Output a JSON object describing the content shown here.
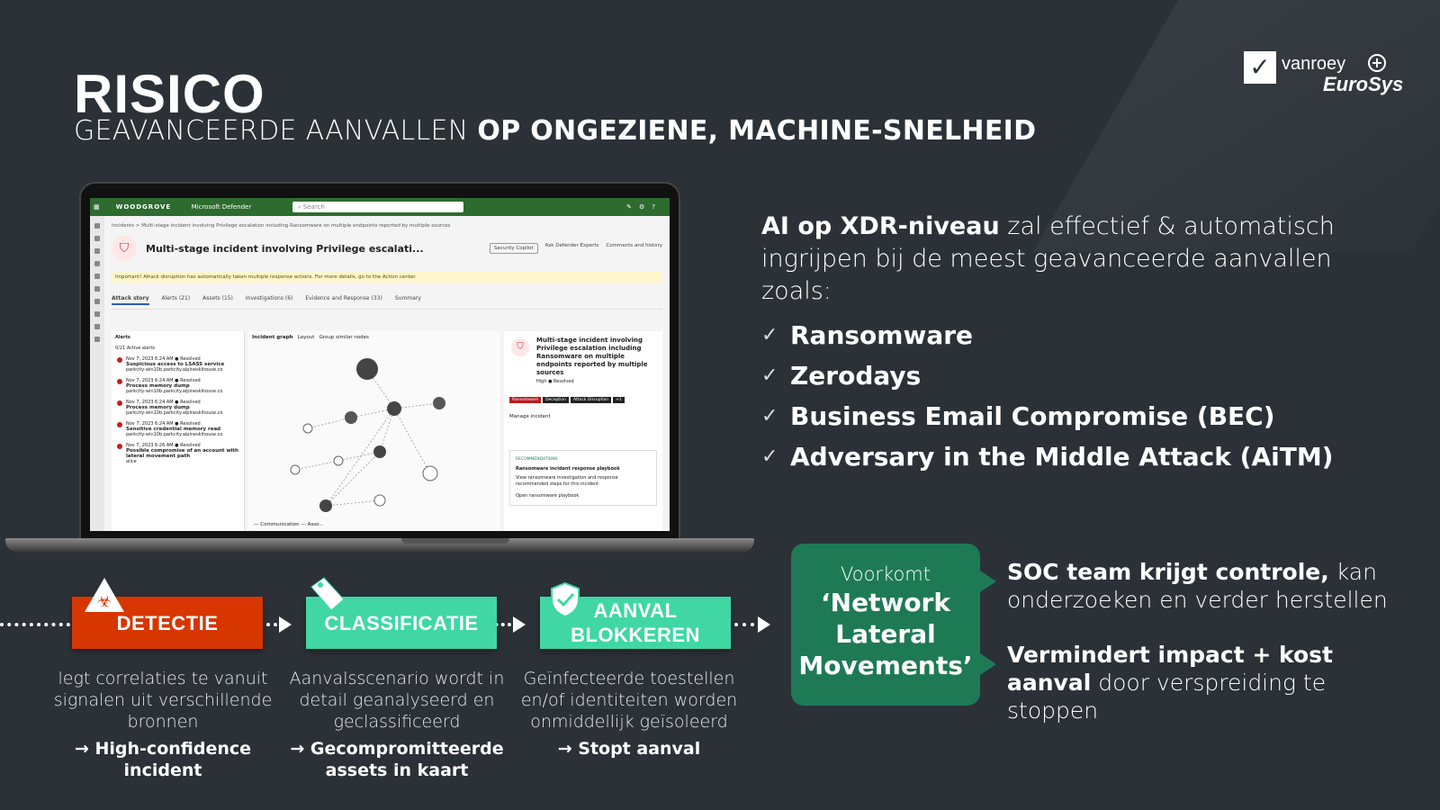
{
  "title": {
    "main": "RISICO",
    "sub_regular": "GEAVANCEERDE AANVALLEN",
    "sub_bold": "OP ONGEZIENE, MACHINE-SNELHEID"
  },
  "logo": {
    "mark": "✓",
    "line1": "vanroey",
    "line2": "EuroSys",
    "plus": "+"
  },
  "screen": {
    "brand": "WOODGROVE",
    "product": "Microsoft Defender",
    "search_placeholder": "Search",
    "breadcrumb": "Incidents  >  Multi-stage incident involving Privilege escalation including Ransomware on multiple endpoints reported by multiple sources",
    "incident_title": "Multi-stage incident involving Privilege escalati...",
    "actions": [
      "Security Copilot",
      "Ask Defender Experts",
      "Comments and history"
    ],
    "warning": "Important! Attack disruption has automatically taken multiple response actions. For more details, go to the Action center.",
    "tabs": [
      "Attack story",
      "Alerts (21)",
      "Assets (15)",
      "Investigations (6)",
      "Evidence and Response (33)",
      "Summary"
    ],
    "alerts_header": "Alerts",
    "alerts_count": "0/21 Active alerts",
    "alerts": [
      {
        "time": "Nov 7, 2023 6:24 AM  ● Resolved",
        "title": "Suspicious access to LSASS service",
        "host": "parkcity-win10b.parkcity.alpineskihouse.co"
      },
      {
        "time": "Nov 7, 2023 6:24 AM  ● Resolved",
        "title": "Process memory dump",
        "host": "parkcity-win10b.parkcity.alpineskihouse.co"
      },
      {
        "time": "Nov 7, 2023 6:24 AM  ● Resolved",
        "title": "Process memory dump",
        "host": "parkcity-win10b.parkcity.alpineskihouse.co"
      },
      {
        "time": "Nov 7, 2023 6:24 AM  ● Resolved",
        "title": "Sensitive credential memory read",
        "host": "parkcity-win10b.parkcity.alpineskihouse.co"
      },
      {
        "time": "Nov 7, 2023 6:26 AM  ● Resolved",
        "title": "Possible compromise of an account with lateral movement path",
        "host": "alice"
      }
    ],
    "graph_header": "Incident graph",
    "graph_layout": "Layout",
    "graph_group": "Group similar nodes",
    "graph_legend": "— Communication  — Asso...",
    "side_title": "Multi-stage incident involving Privilege escalation including Ransomware on multiple endpoints reported by multiple sources",
    "side_status": "High  ● Resolved",
    "side_tags": [
      "Ransomware",
      "Deception",
      "Attack Disruption",
      "+1"
    ],
    "side_manage": "Manage incident",
    "side_card_label": "RECOMMENDATIONS",
    "side_card_title": "Ransomware incident response playbook",
    "side_card_body": "View ransomware investigation and response recommended steps for this incident",
    "side_card_link": "Open ransomware playbook"
  },
  "intro": {
    "bold": "AI op XDR-niveau",
    "rest": " zal effectief & automatisch ingrijpen bij de meest geavanceerde aanvallen zoals:"
  },
  "risks": [
    "Ransomware",
    "Zerodays",
    "Business Email Compromise (BEC)",
    "Adversary in the Middle Attack (AiTM)"
  ],
  "steps": [
    {
      "label": "DETECTIE",
      "icon": "biohazard-icon",
      "desc": "legt correlaties te vanuit signalen uit verschillende bronnen",
      "result": "→ High-confidence incident"
    },
    {
      "label": "CLASSIFICATIE",
      "icon": "tag-icon",
      "desc": "Aanvalsscenario wordt in detail geanalyseerd en geclassificeerd",
      "result": "→ Gecompromitteerde assets in kaart"
    },
    {
      "label_line1": "AANVAL",
      "label_line2": "BLOKKEREN",
      "icon": "shield-check-icon",
      "desc": "Geïnfecteerde toestellen en/of identiteiten worden onmiddellijk geïsoleerd",
      "result": "→ Stopt aanval"
    }
  ],
  "callout": {
    "pre": "Voorkomt",
    "main": "‘Network Lateral Movements’"
  },
  "outcomes": [
    {
      "bold": "SOC team krijgt controle,",
      "rest": " kan onderzoeken en verder herstellen"
    },
    {
      "bold": "Vermindert impact + kost aanval",
      "rest": " door verspreiding te stoppen"
    }
  ],
  "colors": {
    "background": "#2b3137",
    "detect": "#d73600",
    "teal": "#40d7a5",
    "callout": "#1e7a55"
  }
}
